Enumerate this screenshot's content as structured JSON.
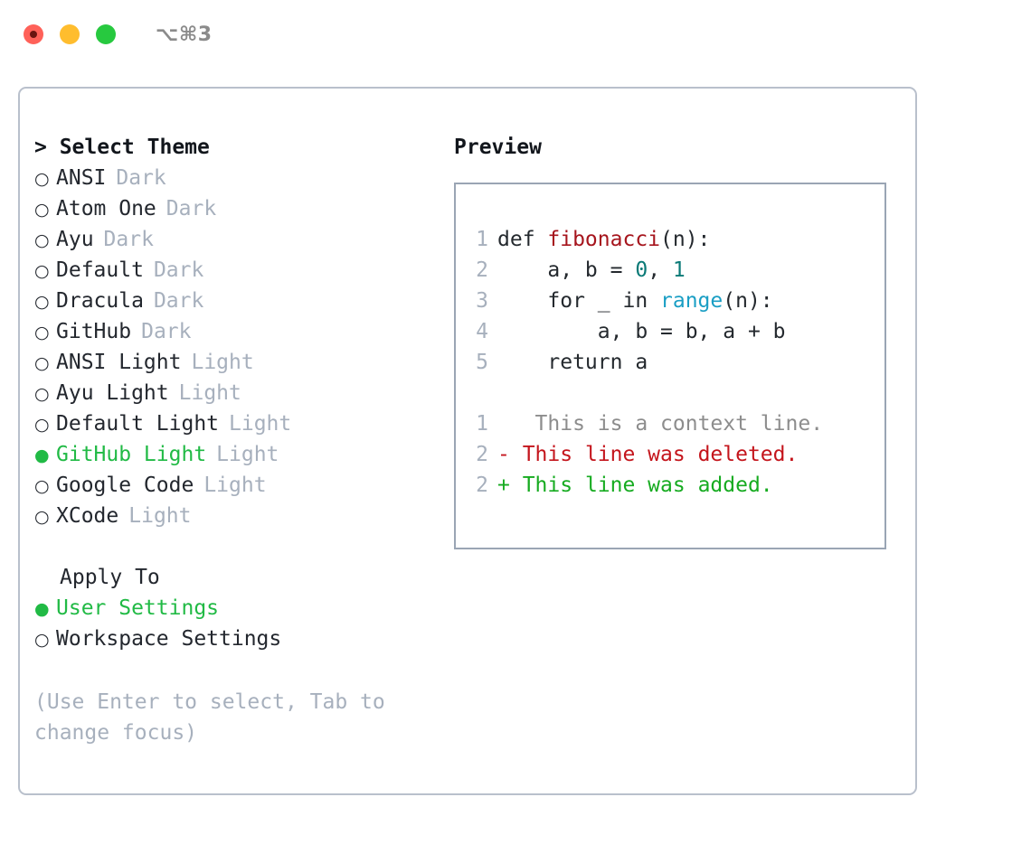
{
  "titlebar": {
    "shortcut": "⌥⌘3",
    "buttons": [
      "close",
      "minimize",
      "zoom"
    ]
  },
  "theme_list": {
    "header": "> Select Theme",
    "items": [
      {
        "marker": "○",
        "label": "ANSI",
        "suffix": "Dark",
        "selected": false
      },
      {
        "marker": "○",
        "label": "Atom One",
        "suffix": "Dark",
        "selected": false
      },
      {
        "marker": "○",
        "label": "Ayu",
        "suffix": "Dark",
        "selected": false
      },
      {
        "marker": "○",
        "label": "Default",
        "suffix": "Dark",
        "selected": false
      },
      {
        "marker": "○",
        "label": "Dracula",
        "suffix": "Dark",
        "selected": false
      },
      {
        "marker": "○",
        "label": "GitHub",
        "suffix": "Dark",
        "selected": false
      },
      {
        "marker": "○",
        "label": "ANSI Light",
        "suffix": "Light",
        "selected": false
      },
      {
        "marker": "○",
        "label": "Ayu Light",
        "suffix": "Light",
        "selected": false
      },
      {
        "marker": "○",
        "label": "Default Light",
        "suffix": "Light",
        "selected": false
      },
      {
        "marker": "●",
        "label": "GitHub Light",
        "suffix": "Light",
        "selected": true
      },
      {
        "marker": "○",
        "label": "Google Code",
        "suffix": "Light",
        "selected": false
      },
      {
        "marker": "○",
        "label": "XCode",
        "suffix": "Light",
        "selected": false
      }
    ]
  },
  "apply_to": {
    "title": "Apply To",
    "items": [
      {
        "marker": "●",
        "label": "User Settings",
        "selected": true
      },
      {
        "marker": "○",
        "label": "Workspace Settings",
        "selected": false
      }
    ]
  },
  "hint": "(Use Enter to select, Tab to change focus)",
  "preview": {
    "title": "Preview",
    "code": [
      {
        "ln": "1",
        "tokens": [
          {
            "t": "def ",
            "c": "kw"
          },
          {
            "t": "fibonacci",
            "c": "fn"
          },
          {
            "t": "(n):",
            "c": "plain"
          }
        ]
      },
      {
        "ln": "2",
        "tokens": [
          {
            "t": "    a, b = ",
            "c": "plain"
          },
          {
            "t": "0",
            "c": "num"
          },
          {
            "t": ", ",
            "c": "plain"
          },
          {
            "t": "1",
            "c": "num"
          }
        ]
      },
      {
        "ln": "3",
        "tokens": [
          {
            "t": "    for _ in ",
            "c": "plain"
          },
          {
            "t": "range",
            "c": "bi"
          },
          {
            "t": "(n):",
            "c": "plain"
          }
        ]
      },
      {
        "ln": "4",
        "tokens": [
          {
            "t": "        a, b = b, a + b",
            "c": "plain"
          }
        ]
      },
      {
        "ln": "5",
        "tokens": [
          {
            "t": "    return a",
            "c": "plain"
          }
        ]
      }
    ],
    "diff": [
      {
        "ln": "1",
        "sign": " ",
        "text": "  This is a context line.",
        "kind": "context"
      },
      {
        "ln": "2",
        "sign": "-",
        "text": " This line was deleted.",
        "kind": "deleted"
      },
      {
        "ln": "2",
        "sign": "+",
        "text": " This line was added.",
        "kind": "added"
      }
    ]
  },
  "colors": {
    "accent_green": "#21ba45",
    "muted": "#a7b0bd",
    "text": "#23272e",
    "border": "#b9c0cc",
    "preview_border": "#9aa5b4",
    "diff_added": "#16ab20",
    "diff_deleted": "#c4151c",
    "diff_context": "#8d8d8d",
    "token_function": "#a6151d",
    "token_number": "#0b7a77",
    "token_builtin": "#1a9ec4",
    "traffic_red": "#ff6159",
    "traffic_yellow": "#ffbd2e",
    "traffic_green": "#27c93f"
  }
}
